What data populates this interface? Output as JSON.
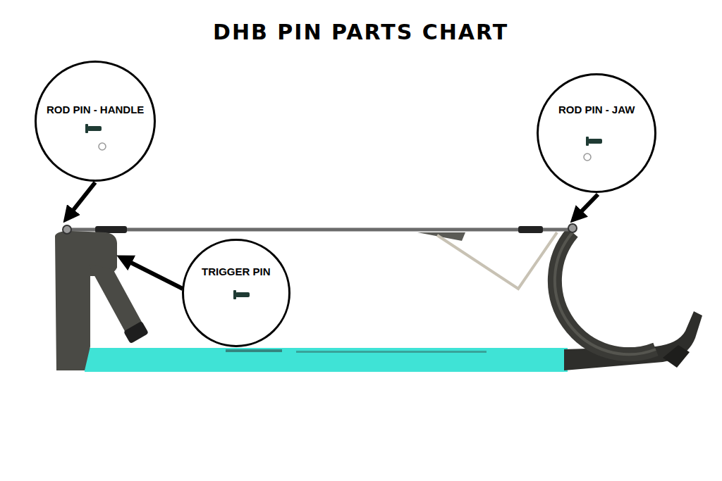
{
  "diagram": {
    "title": "DHB PIN PARTS CHART",
    "nodes": [
      {
        "text": [
          "ROD PIN - HANDLE"
        ]
      },
      {
        "text": [
          "ROD PIN - JAW"
        ]
      },
      {
        "text": [
          "TRIGGER PIN"
        ]
      }
    ]
  }
}
